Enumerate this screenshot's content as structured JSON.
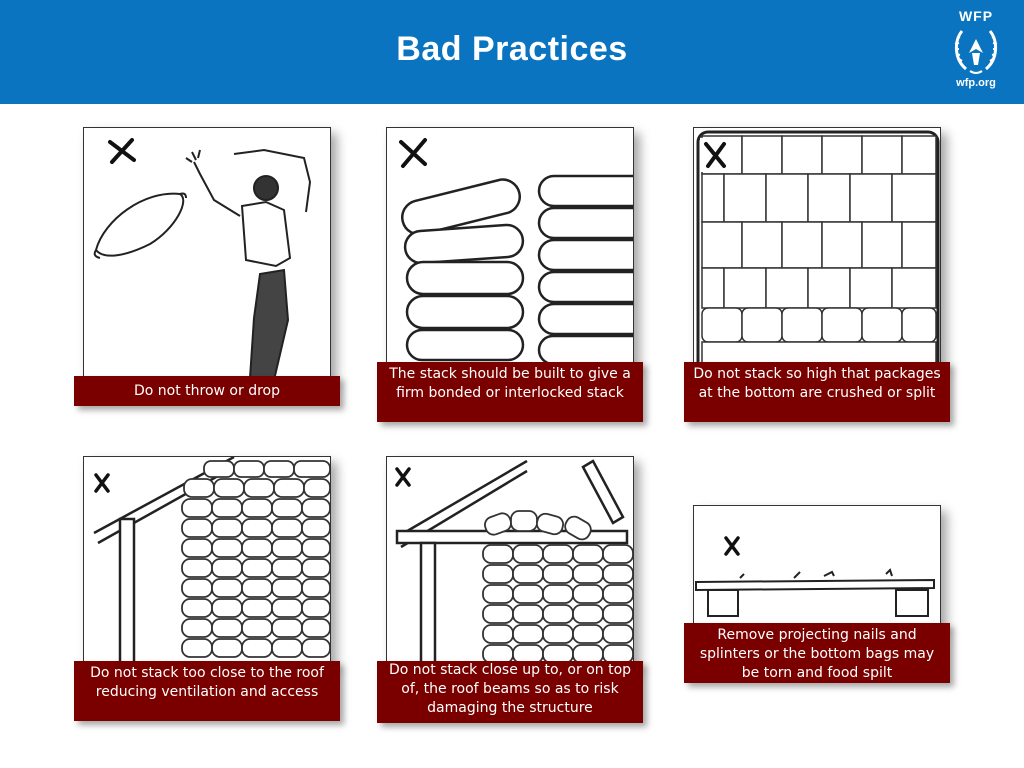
{
  "header": {
    "title": "Bad Practices",
    "logo_top": "WFP",
    "logo_bottom": "wfp.org"
  },
  "colors": {
    "header_bg": "#0a74c0",
    "caption_bg": "#7a0000"
  },
  "panels": [
    {
      "mark": "x-mark-icon",
      "caption": "Do not throw or drop"
    },
    {
      "mark": "x-mark-icon",
      "caption": "The stack should be built to give a firm bonded or interlocked stack"
    },
    {
      "mark": "x-mark-icon",
      "caption": "Do not stack so high that packages at the bottom are crushed or split"
    },
    {
      "mark": "x-mark-icon",
      "caption": "Do not stack too close to the roof reducing ventilation and access"
    },
    {
      "mark": "x-mark-icon",
      "caption": "Do not stack close up to, or on top of, the roof beams so as to risk damaging the structure"
    },
    {
      "mark": "x-mark-icon",
      "caption": "Remove projecting nails and splinters or the bottom bags may be torn and food spilt"
    }
  ]
}
